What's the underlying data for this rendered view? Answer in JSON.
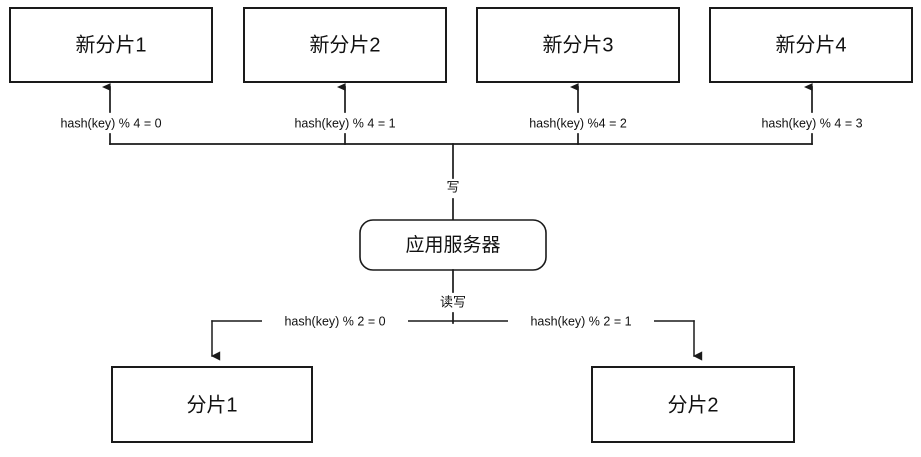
{
  "diagram": {
    "title": "",
    "background_color": "#ffffff",
    "stroke_color": "#1a1a1a",
    "text_color": "#111111",
    "new_shards": [
      {
        "label": "新分片1",
        "edge_label": "hash(key) % 4 = 0"
      },
      {
        "label": "新分片2",
        "edge_label": "hash(key) % 4 = 1"
      },
      {
        "label": "新分片3",
        "edge_label": "hash(key) %4 = 2"
      },
      {
        "label": "新分片4",
        "edge_label": "hash(key) % 4 = 3"
      }
    ],
    "server": {
      "label": "应用服务器",
      "write_label": "写",
      "readwrite_label": "读写"
    },
    "old_shards": [
      {
        "label": "分片1",
        "edge_label": "hash(key) % 2 = 0"
      },
      {
        "label": "分片2",
        "edge_label": "hash(key) % 2 = 1"
      }
    ]
  }
}
